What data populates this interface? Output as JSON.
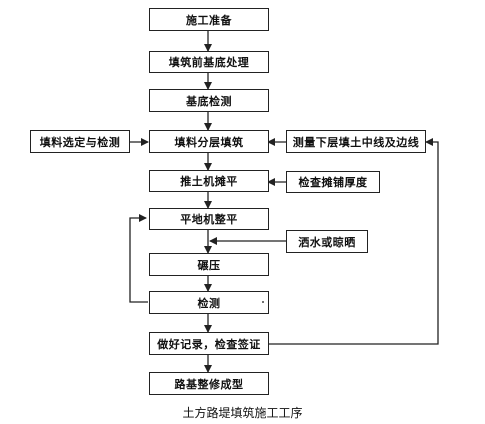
{
  "steps": {
    "preparation": "施工准备",
    "base_treatment": "填筑前基底处理",
    "base_inspection": "基底检测",
    "layered_filling": "填料分层填筑",
    "bulldozer_leveling": "推土机摊平",
    "grader_leveling": "平地机整平",
    "rolling": "碾压",
    "inspection": "检测",
    "record_and_check": "做好记录，检查签证",
    "final_trimming": "路基整修成型"
  },
  "side_boxes": {
    "fill_selection": "填料选定与检测",
    "measure_centerline": "测量下层填土中线及边线",
    "check_thickness": "检查摊铺厚度",
    "watering_drying": "洒水或晾晒"
  },
  "caption": "土方路堤填筑施工工序"
}
